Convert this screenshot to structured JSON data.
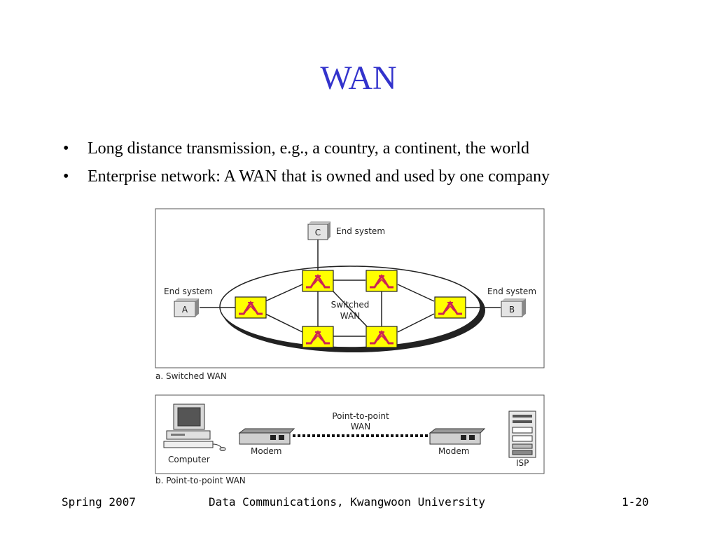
{
  "slide": {
    "title": "WAN",
    "bullets": [
      "Long distance transmission, e.g., a country, a continent, the world",
      "Enterprise network: A WAN that is owned and used by one company"
    ]
  },
  "figure_a": {
    "caption": "a. Switched WAN",
    "end_system_c": {
      "label": "End system",
      "box": "C"
    },
    "end_system_a": {
      "label": "End system",
      "box": "A"
    },
    "end_system_b": {
      "label": "End system",
      "box": "B"
    },
    "cloud_label_1": "Switched",
    "cloud_label_2": "WAN"
  },
  "figure_b": {
    "caption": "b. Point-to-point WAN",
    "link_label_1": "Point-to-point",
    "link_label_2": "WAN",
    "computer_label": "Computer",
    "modem_left_label": "Modem",
    "modem_right_label": "Modem",
    "isp_label": "ISP"
  },
  "footer": {
    "left": "Spring 2007",
    "center": "Data Communications, Kwangwoon University",
    "right": "1-20"
  },
  "colors": {
    "title": "#3333cc",
    "switch_fill": "#ffff00",
    "switch_symbol": "#cc2255"
  }
}
